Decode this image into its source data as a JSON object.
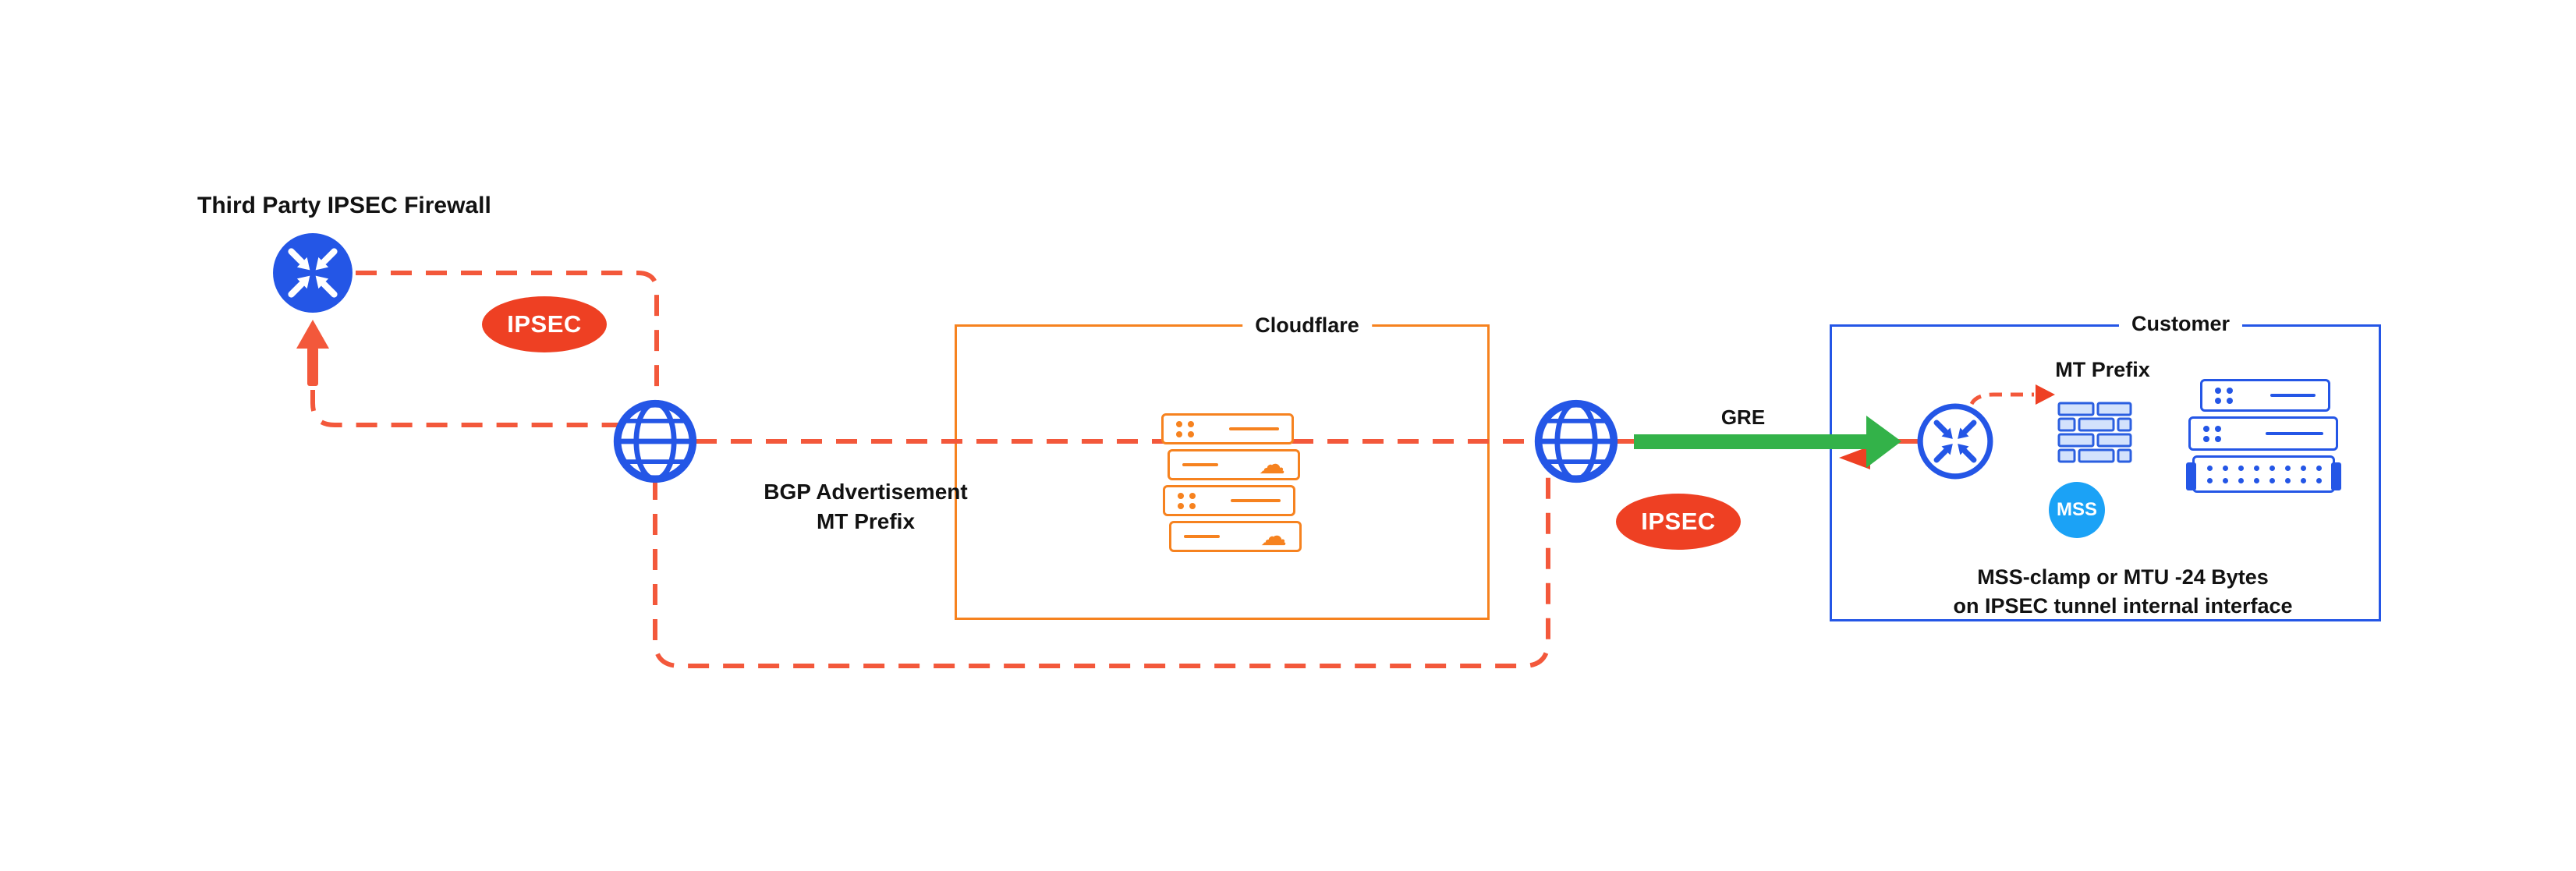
{
  "title": {
    "third_party_firewall": "Third Party IPSEC Firewall"
  },
  "boxes": {
    "cloudflare": "Cloudflare",
    "customer": "Customer"
  },
  "badges": {
    "ipsec_left": "IPSEC",
    "ipsec_right": "IPSEC",
    "mss": "MSS"
  },
  "annotations": {
    "bgp_line1": "BGP Advertisement",
    "bgp_line2": "MT Prefix",
    "gre": "GRE",
    "mt_prefix": "MT Prefix",
    "mss_note_line1": "MSS-clamp or MTU -24 Bytes",
    "mss_note_line2": "on IPSEC tunnel internal interface"
  },
  "icons": {
    "cloud_glyph": "☁",
    "router_icon": "crossed-arrows-circle",
    "globe_icon": "internet-globe",
    "firewall_icon": "brick-wall",
    "server_icon": "server-rack",
    "gre_arrow_icon": "green-arrow-right",
    "up_arrow_icon": "orange-arrow-up"
  },
  "colors": {
    "dash_line": "#f3583b",
    "badge_red": "#ee4023",
    "cloudflare_orange": "#f6821f",
    "primary_blue": "#2456e6",
    "mss_blue": "#1ba2f6",
    "gre_green": "#33b249",
    "background": "#ffffff",
    "text": "#121212"
  }
}
